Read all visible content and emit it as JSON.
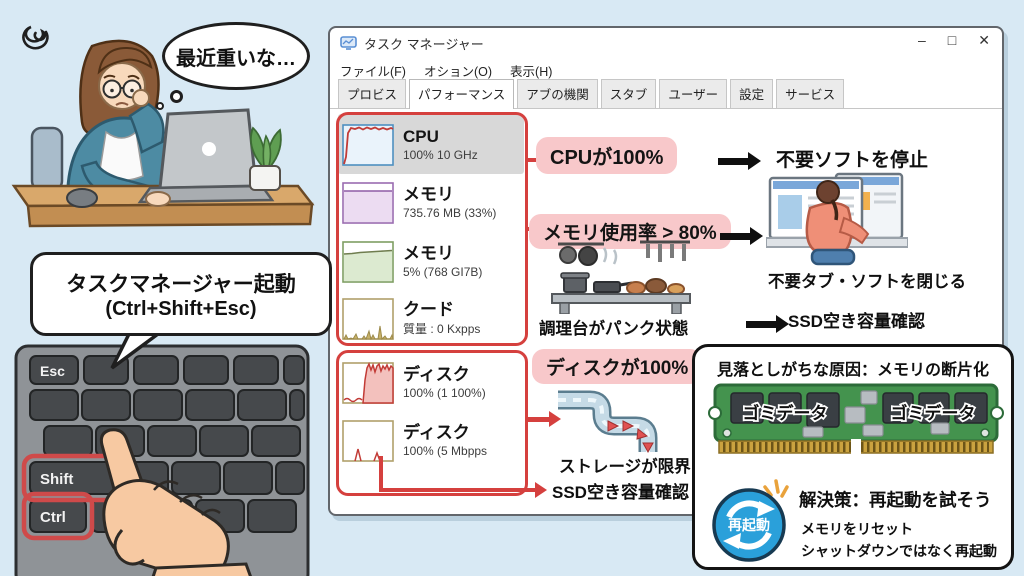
{
  "scene": {
    "thought": "最近重いな…"
  },
  "callout": {
    "line1": "タスクマネージャー起動",
    "line2": "(Ctrl+Shift+Esc)"
  },
  "keyboard": {
    "esc": "Esc",
    "shift": "Shift",
    "ctrl": "Ctrl"
  },
  "tm": {
    "title": "タスク マネージャー",
    "controls": {
      "minimize": "–",
      "maximize": "□",
      "close": "✕"
    },
    "menu": [
      "ファイル(F)",
      "オション(O)",
      "表示(H)"
    ],
    "tabs": [
      "プロビス",
      "パフォーマンス",
      "アブの機関",
      "スタブ",
      "ユーザー",
      "設定",
      "サービス"
    ],
    "items": [
      {
        "name": "CPU",
        "detail": "100% 10 GHz"
      },
      {
        "name": "メモリ",
        "detail": "735.76 MB (33%)"
      },
      {
        "name": "メモリ",
        "detail": "5% (768 GI7B)"
      },
      {
        "name": "クード",
        "detail": "質量 : 0 Kxpps"
      },
      {
        "name": "ディスク",
        "detail": "100% (1 100%)"
      },
      {
        "name": "ディスク",
        "detail": "100% (5 Mbpps"
      }
    ]
  },
  "ann": {
    "cpu_label": "CPUが100%",
    "cpu_action": "不要ソフトを停止",
    "mem_label": "メモリ使用率 > 80%",
    "mem_action": "不要タブ・ソフトを閉じる",
    "kitchen_caption": "調理台がパンク状態",
    "ssd_check": "SSD空き容量確認",
    "disk_label": "ディスクが100%",
    "pipe_caption": "ストレージが限界",
    "disk_ssd_check": "SSD空き容量確認"
  },
  "memo": {
    "title": "見落としがちな原因：メモリの断片化",
    "garbage1": "ゴミデータ",
    "garbage2": "ゴミデータ",
    "restart": "再起動",
    "sol_title": "解決策：再起動を試そう",
    "sol_line1": "メモリをリセット",
    "sol_line2": "シャットダウンではなく再起動"
  },
  "colors": {
    "background": "#d8e9f4",
    "accent_red": "#d5403e",
    "label_pink": "#f8c8ca",
    "restart_blue": "#2aa0da",
    "ram_green": "#44934e"
  }
}
